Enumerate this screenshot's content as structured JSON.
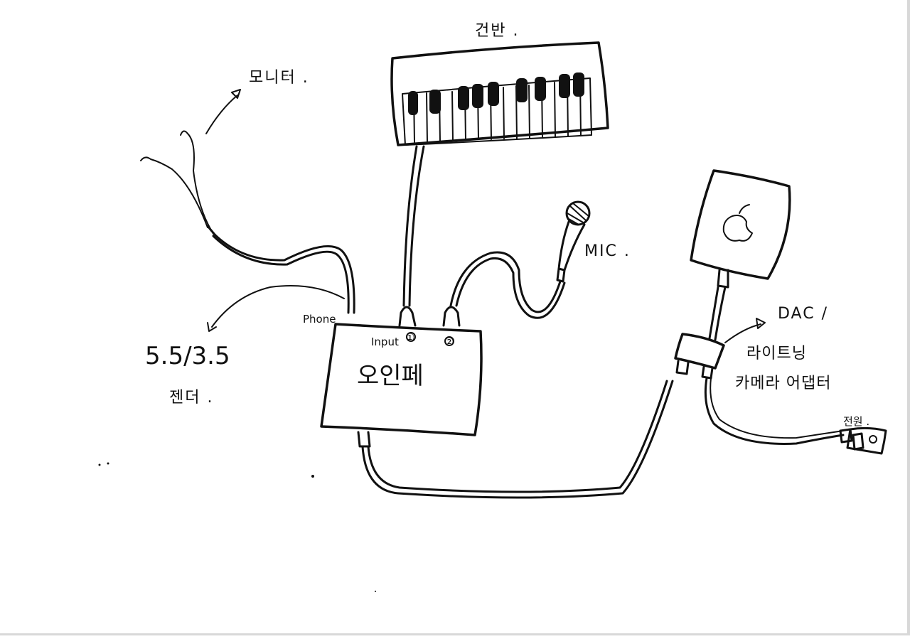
{
  "labels": {
    "keyboard": "건반 .",
    "monitor": "모니터 .",
    "mic": "MIC .",
    "phone": "Phone",
    "input": "Input",
    "input_port_1": "①",
    "input_port_2": "②",
    "interface": "오인페",
    "adapter_size": "5.5/3.5",
    "adapter_gender": "젠더 .",
    "dac": "DAC /",
    "lightning_line1": "라이트닝",
    "lightning_line2": "카메라 어댑터",
    "power": "전원 ."
  },
  "colors": {
    "ink": "#111111",
    "paper": "#ffffff"
  },
  "icons": {
    "device_logo": "apple-logo-icon"
  }
}
